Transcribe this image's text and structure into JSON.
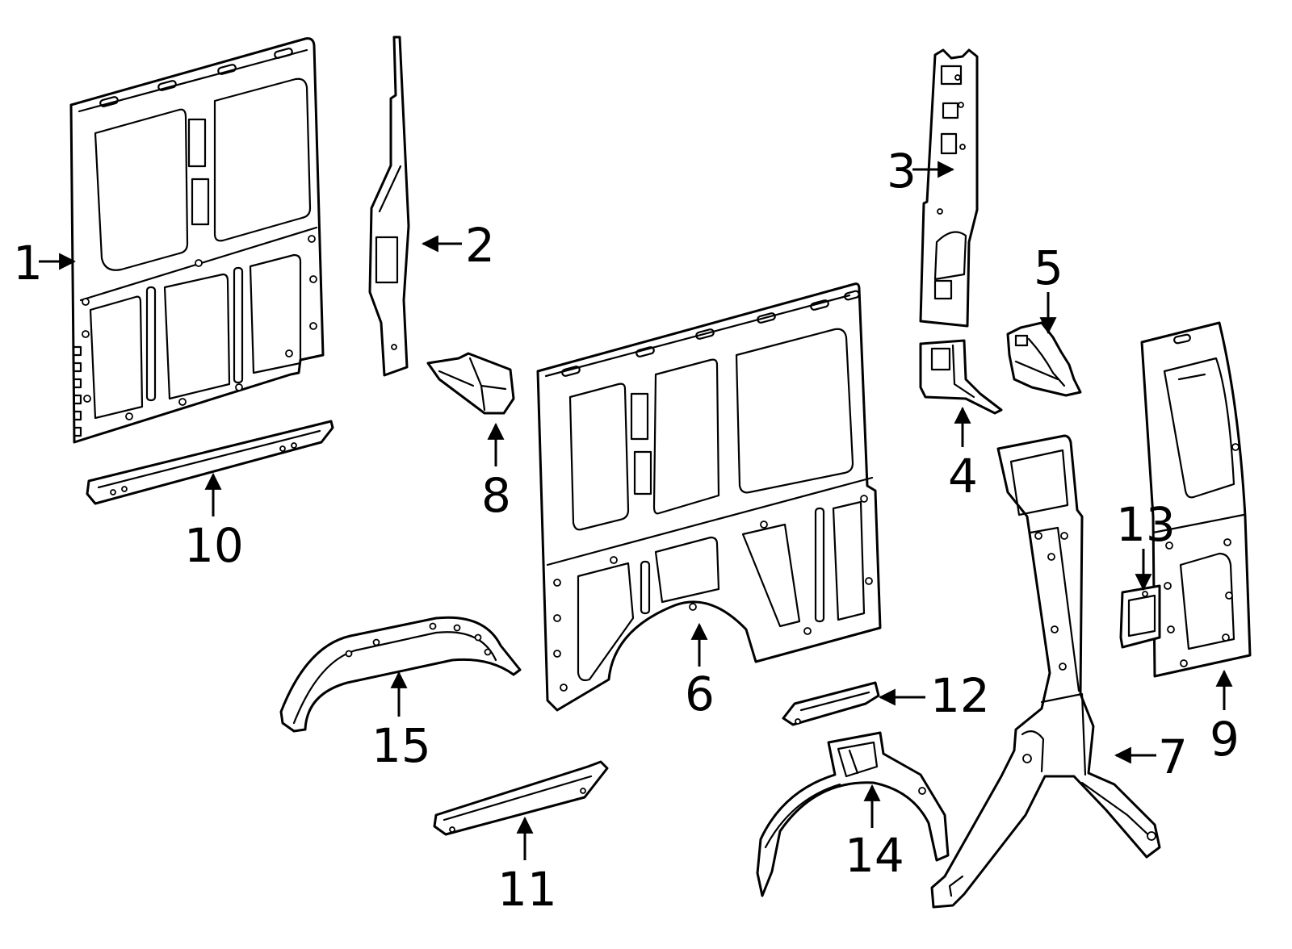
{
  "callouts": [
    {
      "id": "part-1",
      "label": "1"
    },
    {
      "id": "part-2",
      "label": "2"
    },
    {
      "id": "part-3",
      "label": "3"
    },
    {
      "id": "part-4",
      "label": "4"
    },
    {
      "id": "part-5",
      "label": "5"
    },
    {
      "id": "part-6",
      "label": "6"
    },
    {
      "id": "part-7",
      "label": "7"
    },
    {
      "id": "part-8",
      "label": "8"
    },
    {
      "id": "part-9",
      "label": "9"
    },
    {
      "id": "part-10",
      "label": "10"
    },
    {
      "id": "part-11",
      "label": "11"
    },
    {
      "id": "part-12",
      "label": "12"
    },
    {
      "id": "part-13",
      "label": "13"
    },
    {
      "id": "part-14",
      "label": "14"
    },
    {
      "id": "part-15",
      "label": "15"
    }
  ]
}
